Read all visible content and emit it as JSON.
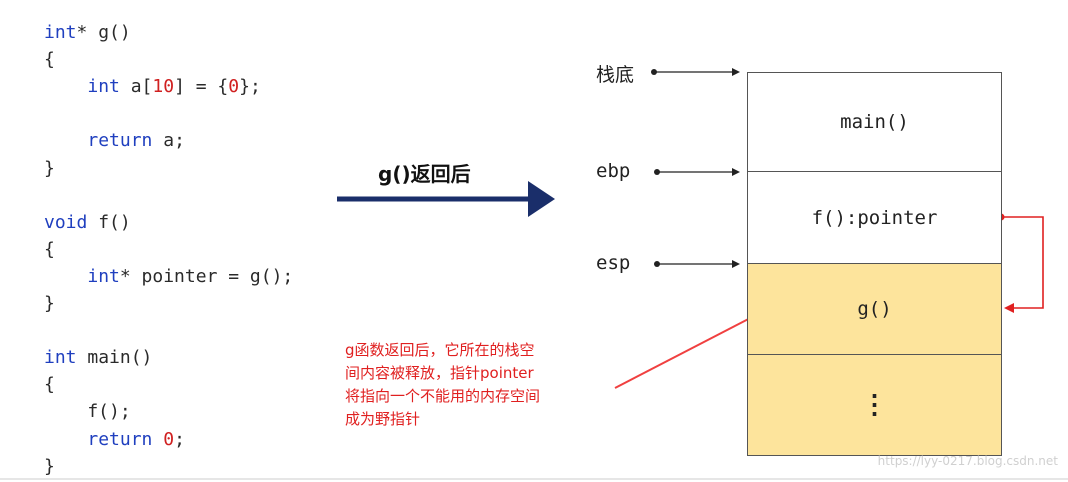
{
  "code": {
    "lines": [
      [
        {
          "t": "int",
          "c": "kw"
        },
        {
          "t": "* g()",
          "c": ""
        }
      ],
      [
        {
          "t": "{",
          "c": ""
        }
      ],
      [
        {
          "t": "    ",
          "c": ""
        },
        {
          "t": "int",
          "c": "kw"
        },
        {
          "t": " a[",
          "c": ""
        },
        {
          "t": "10",
          "c": "num"
        },
        {
          "t": "] = {",
          "c": ""
        },
        {
          "t": "0",
          "c": "num"
        },
        {
          "t": "};",
          "c": ""
        }
      ],
      [],
      [
        {
          "t": "    ",
          "c": ""
        },
        {
          "t": "return",
          "c": "kw"
        },
        {
          "t": " a;",
          "c": ""
        }
      ],
      [
        {
          "t": "}",
          "c": ""
        }
      ],
      [],
      [
        {
          "t": "void",
          "c": "kw"
        },
        {
          "t": " f()",
          "c": ""
        }
      ],
      [
        {
          "t": "{",
          "c": ""
        }
      ],
      [
        {
          "t": "    ",
          "c": ""
        },
        {
          "t": "int",
          "c": "kw"
        },
        {
          "t": "* pointer = g();",
          "c": ""
        }
      ],
      [
        {
          "t": "}",
          "c": ""
        }
      ],
      [],
      [
        {
          "t": "int",
          "c": "kw"
        },
        {
          "t": " main()",
          "c": ""
        }
      ],
      [
        {
          "t": "{",
          "c": ""
        }
      ],
      [
        {
          "t": "    f();",
          "c": ""
        }
      ],
      [
        {
          "t": "    ",
          "c": ""
        },
        {
          "t": "return",
          "c": "kw"
        },
        {
          "t": " ",
          "c": ""
        },
        {
          "t": "0",
          "c": "num"
        },
        {
          "t": ";",
          "c": ""
        }
      ],
      [
        {
          "t": "}",
          "c": ""
        }
      ]
    ]
  },
  "transition": {
    "label": "g()返回后"
  },
  "pointers": {
    "bottom": "栈底",
    "ebp": "ebp",
    "esp": "esp"
  },
  "stack": {
    "frames": [
      "main()",
      "f():pointer",
      "g()",
      "⋮"
    ]
  },
  "note": {
    "lines": [
      "g函数返回后，它所在的栈空",
      "间内容被释放，指针pointer",
      "将指向一个不能用的内存空间",
      "成为野指针"
    ]
  },
  "watermark": "https://lyy-0217.blog.csdn.net",
  "colors": {
    "keyword": "#1f3fbf",
    "number": "#d02020",
    "arrow": "#1a2e6a",
    "note": "#e02020",
    "stack_yellow": "#fde49c"
  }
}
